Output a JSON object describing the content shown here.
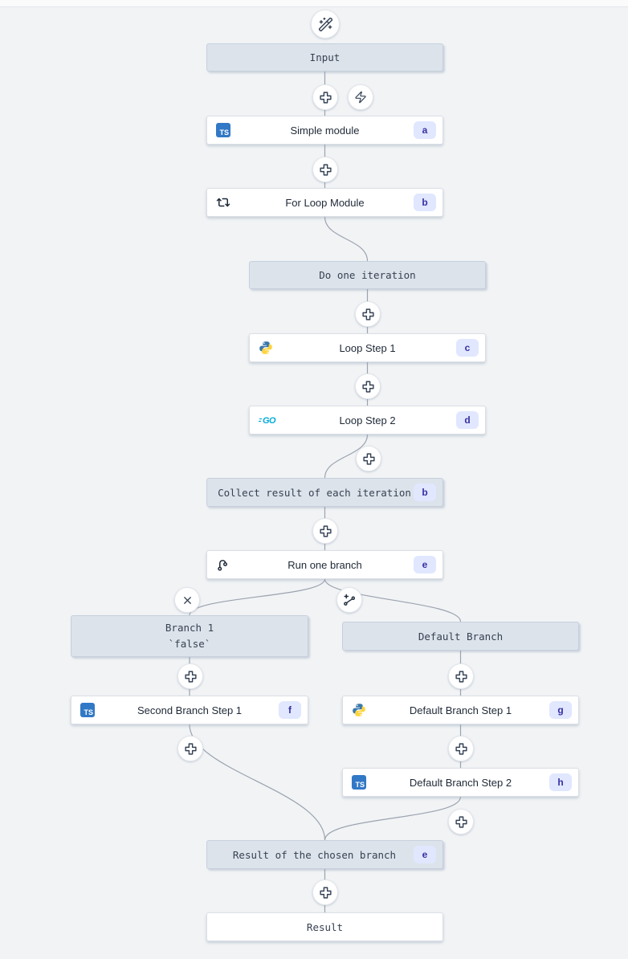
{
  "app": {
    "description": "Flow editor graph canvas"
  },
  "flow": {
    "start_icon": "wand-sparkles-icon",
    "nodes": [
      {
        "id": "input",
        "kind": "virtual",
        "label": "Input"
      },
      {
        "id": "simple-module",
        "kind": "module",
        "lang": "typescript",
        "label": "Simple module",
        "badge": "a"
      },
      {
        "id": "for-loop-module",
        "kind": "module",
        "icon": "repeat-icon",
        "label": "For Loop Module",
        "badge": "b"
      },
      {
        "id": "do-one-iteration",
        "kind": "virtual",
        "label": "Do one iteration"
      },
      {
        "id": "loop-step-1",
        "kind": "module",
        "lang": "python",
        "label": "Loop Step 1",
        "badge": "c"
      },
      {
        "id": "loop-step-2",
        "kind": "module",
        "lang": "go",
        "label": "Loop Step 2",
        "badge": "d"
      },
      {
        "id": "collect-result",
        "kind": "virtual",
        "label": "Collect result of each iteration",
        "badge": "b"
      },
      {
        "id": "run-one-branch",
        "kind": "module",
        "icon": "branch-one-icon",
        "label": "Run one branch",
        "badge": "e"
      },
      {
        "id": "branch-1",
        "kind": "virtual",
        "label": "Branch 1",
        "sublabel": "`false`"
      },
      {
        "id": "default-branch",
        "kind": "virtual",
        "label": "Default Branch"
      },
      {
        "id": "second-branch-step-1",
        "kind": "module",
        "lang": "typescript",
        "label": "Second Branch Step 1",
        "badge": "f"
      },
      {
        "id": "default-branch-step-1",
        "kind": "module",
        "lang": "python",
        "label": "Default Branch Step 1",
        "badge": "g"
      },
      {
        "id": "default-branch-step-2",
        "kind": "module",
        "lang": "typescript",
        "label": "Default Branch Step 2",
        "badge": "h"
      },
      {
        "id": "result-of-chosen-branch",
        "kind": "virtual",
        "label": "Result of the chosen branch",
        "badge": "e"
      },
      {
        "id": "result",
        "kind": "module",
        "label": "Result"
      }
    ],
    "buttons": {
      "insert_step": "plus-icon",
      "trigger": "zap-icon",
      "remove_branch": "x-icon",
      "add_branch": "branch-add-icon"
    }
  },
  "icons": {
    "wand-sparkles-icon": "magic wand with sparkles",
    "plus-icon": "outlined cross / insert step",
    "zap-icon": "lightning bolt",
    "x-icon": "close / remove",
    "repeat-icon": "two cycling arrows",
    "branch-one-icon": "path with two nodes",
    "branch-add-icon": "branch split with plus",
    "typescript-icon": "TS blue square",
    "python-icon": "python two-snake logo",
    "go-icon": "GO cyan wordmark"
  },
  "colors": {
    "canvas_bg": "#f1f3f5",
    "virtual_node_bg": "#dce3eb",
    "virtual_node_border": "#c6d0db",
    "module_node_bg": "#ffffff",
    "edge": "#9ca3af",
    "badge_bg": "#e0e7ff",
    "badge_text": "#3730a3",
    "typescript_blue": "#3178c6",
    "python_blue": "#3b78aa",
    "python_yellow": "#ffd43b",
    "go_cyan": "#00acd7",
    "icon_stroke": "#334155"
  }
}
